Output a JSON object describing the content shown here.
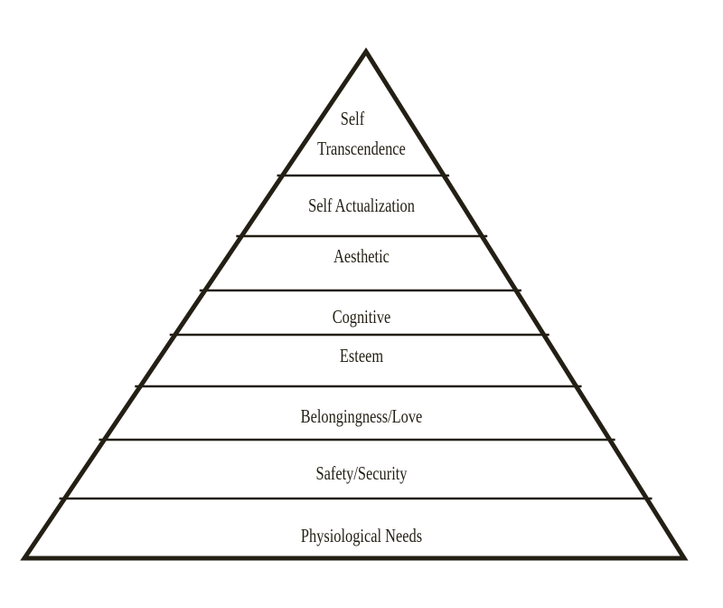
{
  "diagram": {
    "type": "pyramid",
    "stroke_color": "#231f14",
    "levels": [
      {
        "label": "Self Transcendence",
        "lines": [
          "Self",
          "Transcendence"
        ]
      },
      {
        "label": "Self Actualization"
      },
      {
        "label": "Aesthetic"
      },
      {
        "label": "Cognitive"
      },
      {
        "label": "Esteem"
      },
      {
        "label": "Belongingness/Love"
      },
      {
        "label": "Safety/Security"
      },
      {
        "label": "Physiological Needs"
      }
    ]
  }
}
